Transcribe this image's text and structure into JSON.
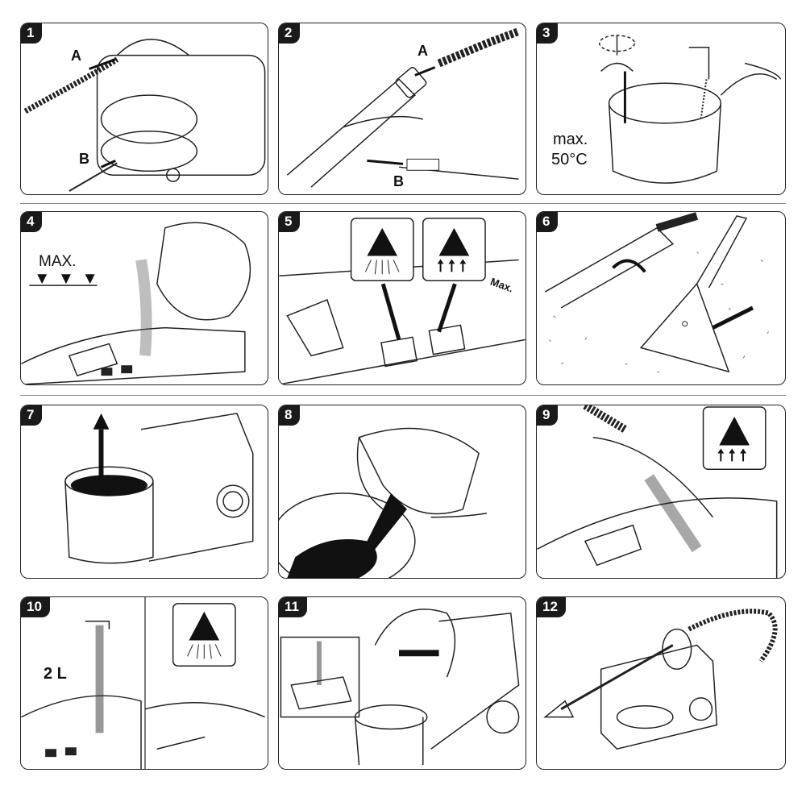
{
  "steps": [
    {
      "number": "1",
      "labels": [
        "A",
        "B"
      ]
    },
    {
      "number": "2",
      "labels": [
        "A",
        "B"
      ]
    },
    {
      "number": "3",
      "text": [
        "max.",
        "50°C"
      ]
    },
    {
      "number": "4",
      "text": [
        "MAX."
      ]
    },
    {
      "number": "5",
      "text": [
        "Max."
      ]
    },
    {
      "number": "6"
    },
    {
      "number": "7"
    },
    {
      "number": "8"
    },
    {
      "number": "9"
    },
    {
      "number": "10",
      "text": [
        "2 L"
      ]
    },
    {
      "number": "11"
    },
    {
      "number": "12"
    }
  ],
  "colors": {
    "ink": "#1a1a1a",
    "background": "#ffffff"
  }
}
